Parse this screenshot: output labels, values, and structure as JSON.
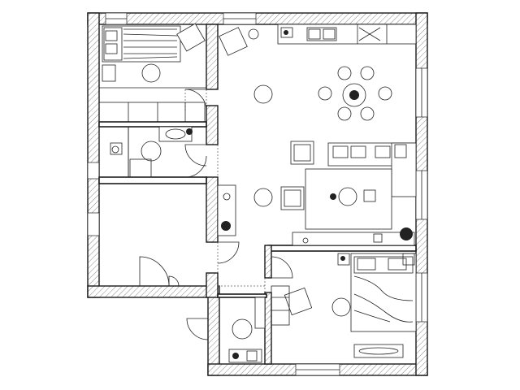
{
  "plan": {
    "background": "#ffffff",
    "line_color": "#1a1a1a",
    "wall_hatch_color": "#888888"
  },
  "rooms": [
    {
      "id": "bedroom-small",
      "furniture": [
        "single-bed",
        "armchair",
        "round-table",
        "desk",
        "wardrobe"
      ]
    },
    {
      "id": "bathroom",
      "furniture": [
        "bathtub",
        "toilet",
        "washbasin",
        "shower-tray"
      ]
    },
    {
      "id": "empty-room",
      "furniture": []
    },
    {
      "id": "living-room",
      "furniture": [
        "armchair",
        "round-table",
        "sofa",
        "coffee-table",
        "console"
      ]
    },
    {
      "id": "kitchen-dining",
      "furniture": [
        "kitchen-counter",
        "sink",
        "dining-table",
        "six-chairs"
      ]
    },
    {
      "id": "master-bedroom",
      "furniture": [
        "double-bed",
        "armchair",
        "round-table",
        "nightstands",
        "bench"
      ]
    },
    {
      "id": "entry-hall",
      "furniture": [
        "shoe-cabinet",
        "round-table"
      ]
    }
  ]
}
